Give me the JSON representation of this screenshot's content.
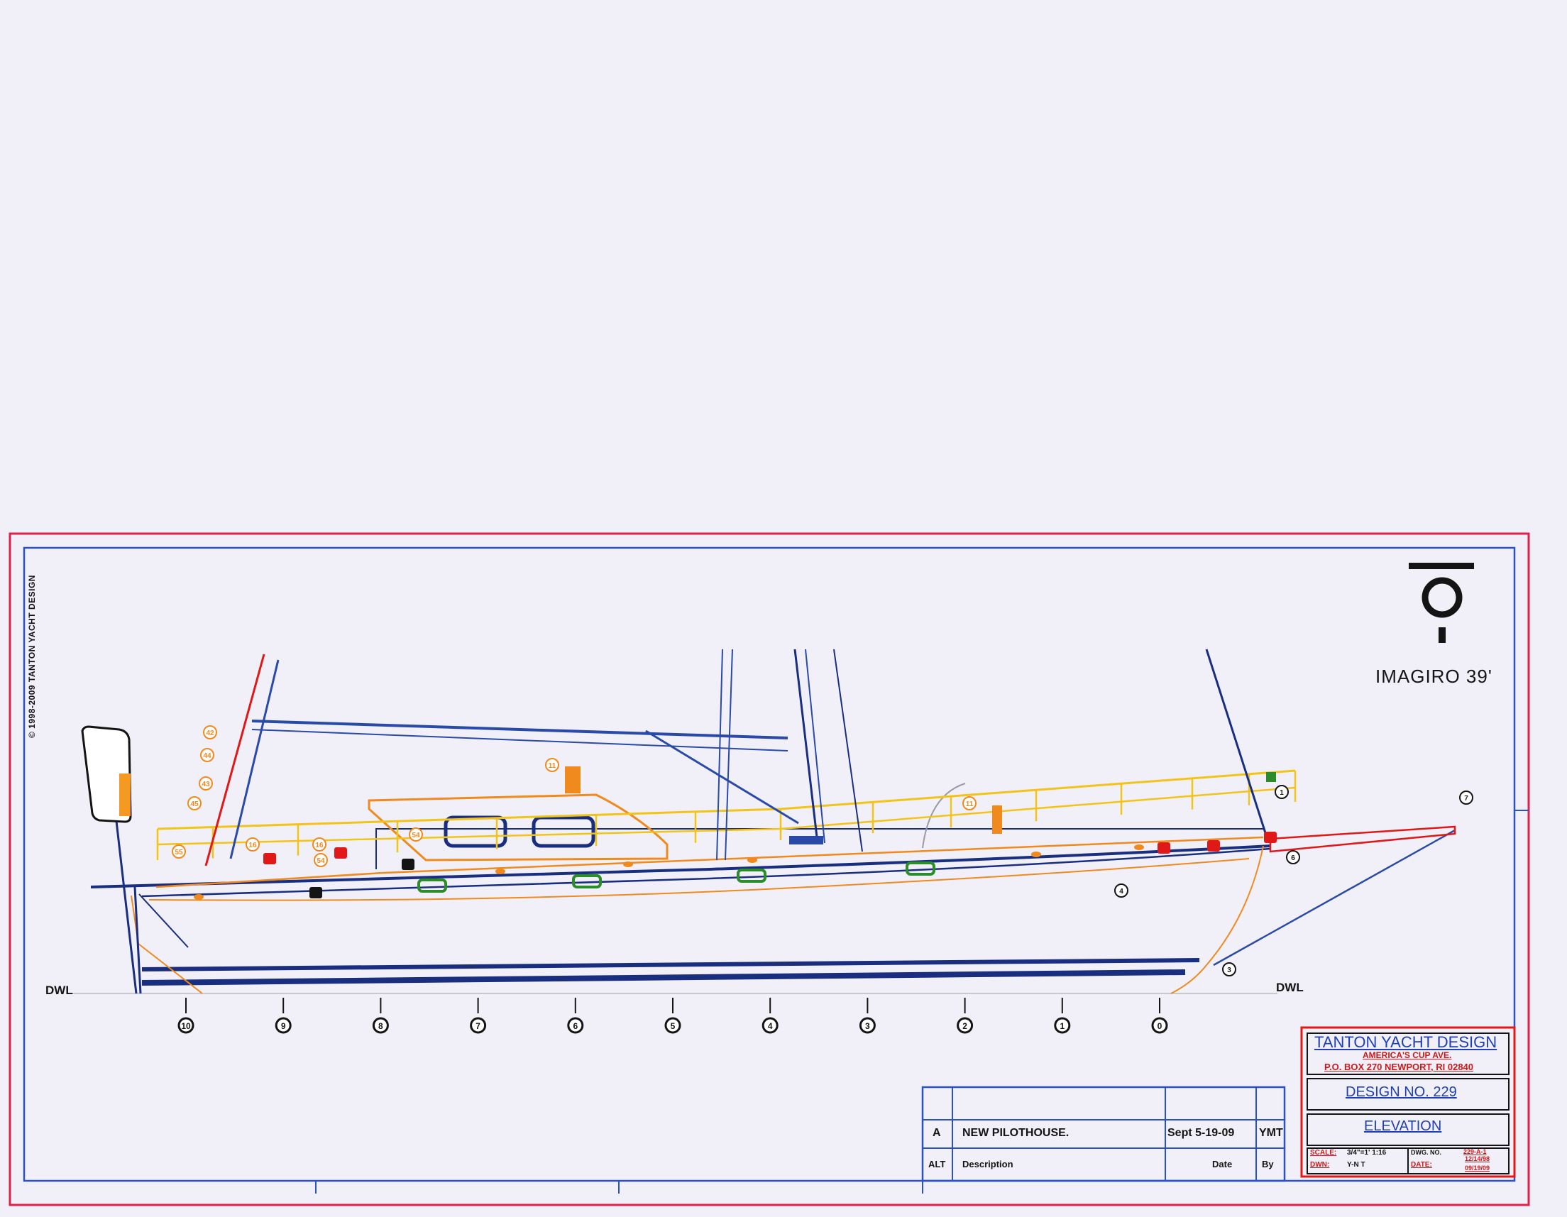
{
  "copyright": "© 1998-2009 TANTON YACHT DESIGN",
  "model_name": "IMAGIRO 39'",
  "waterline_label": "DWL",
  "stations": [
    "10",
    "9",
    "8",
    "7",
    "6",
    "5",
    "4",
    "3",
    "2",
    "1",
    "0"
  ],
  "callouts": [
    "42",
    "44",
    "43",
    "45",
    "55",
    "16",
    "16",
    "54",
    "54",
    "11",
    "11",
    "1",
    "6",
    "7",
    "4",
    "3"
  ],
  "title_block": {
    "firm": "TANTON YACHT DESIGN",
    "street": "AMERICA'S CUP AVE.",
    "address": "P.O. BOX 270 NEWPORT, RI 02840",
    "design_no": "DESIGN NO. 229",
    "drawing": "ELEVATION",
    "scale_label": "SCALE:",
    "scale_value": "3/4\"=1' 1:16",
    "drawn_label": "DWN:",
    "drawn_value": "Y-N T",
    "dwg_label": "DWG. NO.",
    "dwg_value": "229-A-1",
    "date_label": "DATE:",
    "date_value_1": "12/14/98",
    "date_value_2": "09/19/09"
  },
  "revisions": {
    "rows": [
      {
        "alt": "A",
        "description": "NEW PILOTHOUSE.",
        "date": "Sept 5-19-09",
        "by": "YMT"
      }
    ],
    "header": {
      "alt": "ALT",
      "description": "Description",
      "date": "Date",
      "by": "By"
    }
  },
  "colors": {
    "border_red": "#e0204a",
    "border_blue": "#2a52c8",
    "hull_blue": "#1a2e80",
    "rail_yellow": "#f2c418",
    "deck_orange": "#f08a1e",
    "rig_blue": "#2a4aa8",
    "red": "#e01818",
    "green": "#2c8c2c"
  }
}
